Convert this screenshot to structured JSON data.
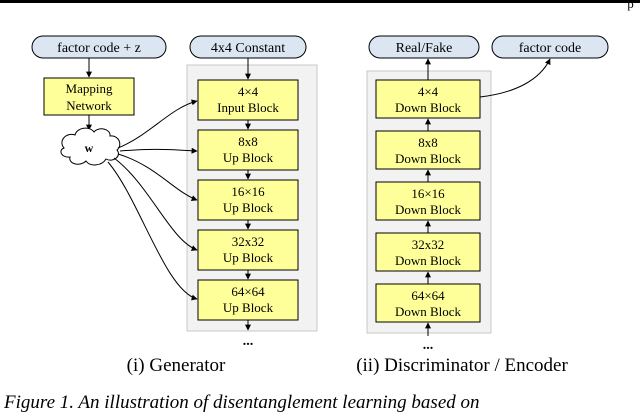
{
  "top_fragment": "p",
  "generator": {
    "input_pill": "factor code + z",
    "mapping_network": [
      "Mapping",
      "Network"
    ],
    "w_label": "w",
    "constant_pill": "4x4 Constant",
    "blocks": [
      {
        "size": "4×4",
        "name": "Input Block"
      },
      {
        "size": "8x8",
        "name": "Up Block"
      },
      {
        "size": "16×16",
        "name": "Up Block"
      },
      {
        "size": "32x32",
        "name": "Up Block"
      },
      {
        "size": "64×64",
        "name": "Up Block"
      }
    ],
    "ellipsis": "...",
    "caption": "(i) Generator"
  },
  "discriminator": {
    "output_pills": [
      "Real/Fake",
      "factor code"
    ],
    "blocks": [
      {
        "size": "4×4",
        "name": "Down Block"
      },
      {
        "size": "8x8",
        "name": "Down Block"
      },
      {
        "size": "16×16",
        "name": "Down Block"
      },
      {
        "size": "32x32",
        "name": "Down Block"
      },
      {
        "size": "64×64",
        "name": "Down Block"
      }
    ],
    "ellipsis": "...",
    "caption": "(ii) Discriminator / Encoder"
  },
  "figure_caption_fragment": "Figure 1. An illustration of disentanglement learning based on",
  "colors": {
    "pill_fill": "#dce6f2",
    "block_fill": "#ffff99",
    "panel_fill": "#f2f2f2",
    "panel_stroke": "#c8c8c8",
    "stroke": "#000000"
  }
}
